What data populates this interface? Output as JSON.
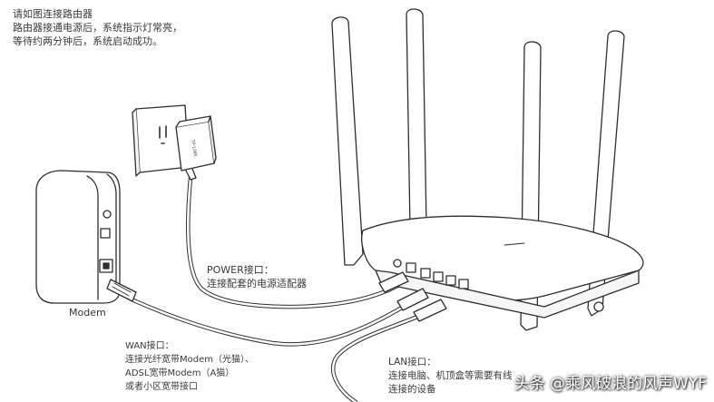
{
  "instructions": {
    "line1": "请如图连接路由器",
    "line2": "路由器接通电源后，系统指示灯常亮，",
    "line3": "等待约两分钟后，系统启动成功。"
  },
  "modem": {
    "label": "Modem"
  },
  "power_port": {
    "title": "POWER接口：",
    "desc": "连接配套的电源适配器"
  },
  "wan_port": {
    "title": "WAN接口：",
    "line1": "连接光纤宽带Modem（光猫）、",
    "line2": "ADSL宽带Modem（A猫）",
    "line3": "或者小区宽带接口"
  },
  "lan_port": {
    "title": "LAN接口：",
    "line1": "连接电脑、机顶盒等需要有线",
    "line2": "连接的设备"
  },
  "adapter_brand": "TP-LINK",
  "watermark": "头条 @乘风破浪的风声WYF"
}
